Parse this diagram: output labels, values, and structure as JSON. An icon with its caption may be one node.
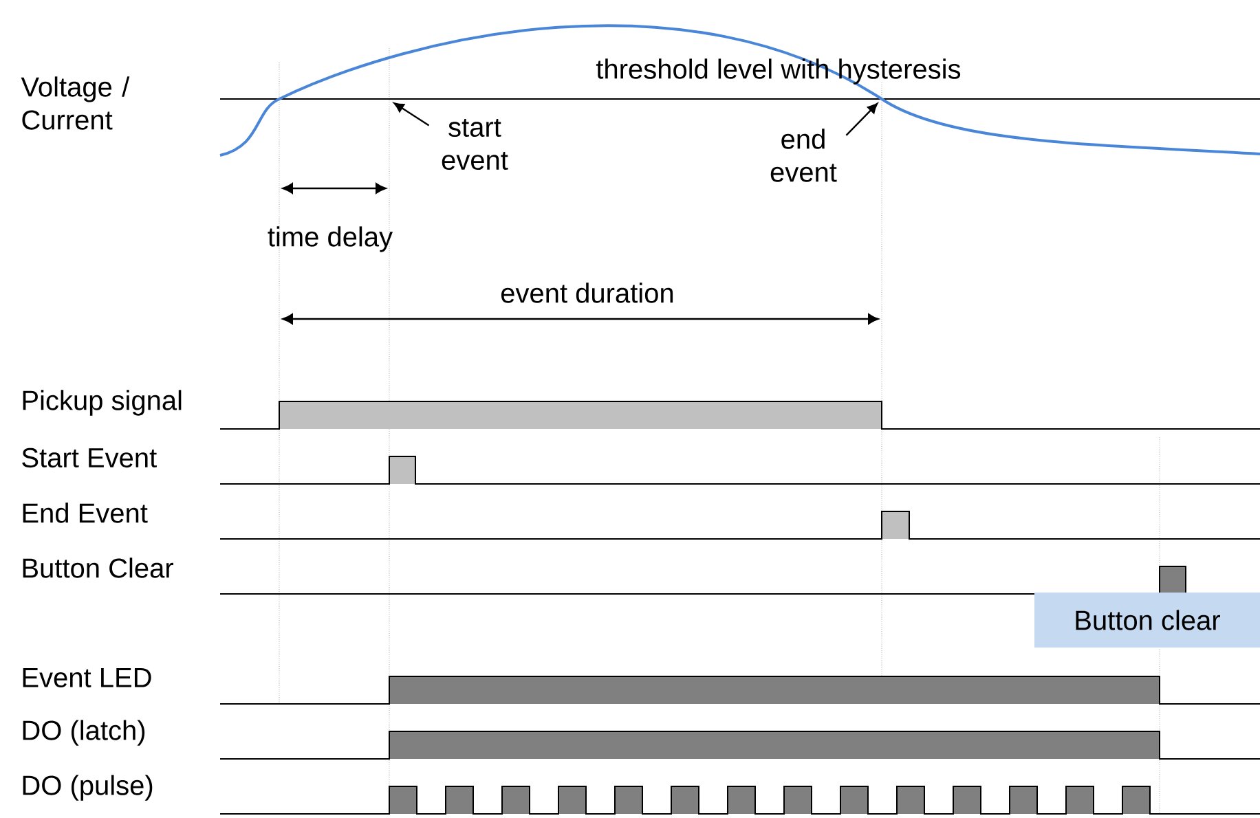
{
  "diagram": {
    "nodes": [
      {
        "text": [
          "start event"
        ]
      },
      {
        "text": [
          "end event"
        ]
      },
      {
        "text": [
          "Button clear"
        ]
      }
    ],
    "edges": [
      {
        "from": 0,
        "to": null,
        "arrow": "to"
      },
      {
        "from": 1,
        "to": null,
        "arrow": "to"
      }
    ],
    "labels": [
      "Voltage / Current",
      "threshold level with hysteresis",
      "time delay",
      "event duration",
      "Pickup signal",
      "Start Event",
      "End Event",
      "Button Clear",
      "Event LED",
      "DO (latch)",
      "DO (pulse)"
    ]
  }
}
